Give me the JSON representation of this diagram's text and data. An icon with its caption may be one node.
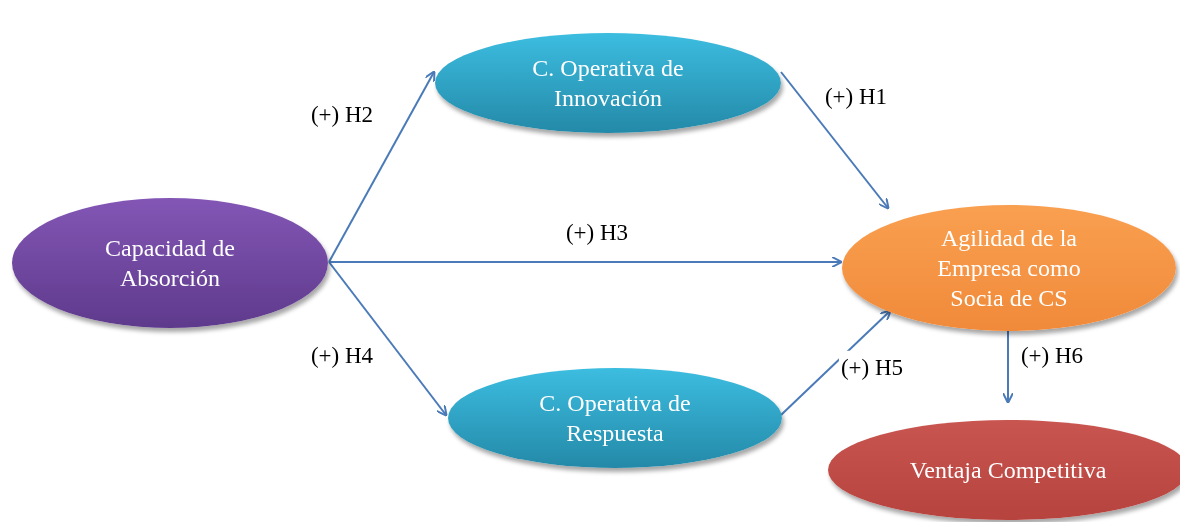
{
  "diagram": {
    "nodes": [
      {
        "text": [
          "Capacidad de Absorción"
        ]
      },
      {
        "text": [
          "C. Operativa de Innovación"
        ]
      },
      {
        "text": [
          "Agilidad de la Empresa como Socia de CS"
        ]
      },
      {
        "text": [
          "C. Operativa de Respuesta"
        ]
      },
      {
        "text": [
          "Ventaja Competitiva"
        ]
      }
    ],
    "edges": [
      {
        "from": 0,
        "to": 1,
        "arrow": "to",
        "label": "(+) H2"
      },
      {
        "from": 1,
        "to": 2,
        "arrow": "to",
        "label": "(+) H1"
      },
      {
        "from": 0,
        "to": 2,
        "arrow": "to",
        "label": "(+) H3"
      },
      {
        "from": 0,
        "to": 3,
        "arrow": "to",
        "label": "(+) H4"
      },
      {
        "from": 3,
        "to": 2,
        "arrow": "to",
        "label": "(+) H5"
      },
      {
        "from": 2,
        "to": 4,
        "arrow": "to",
        "label": "(+) H6"
      }
    ]
  }
}
